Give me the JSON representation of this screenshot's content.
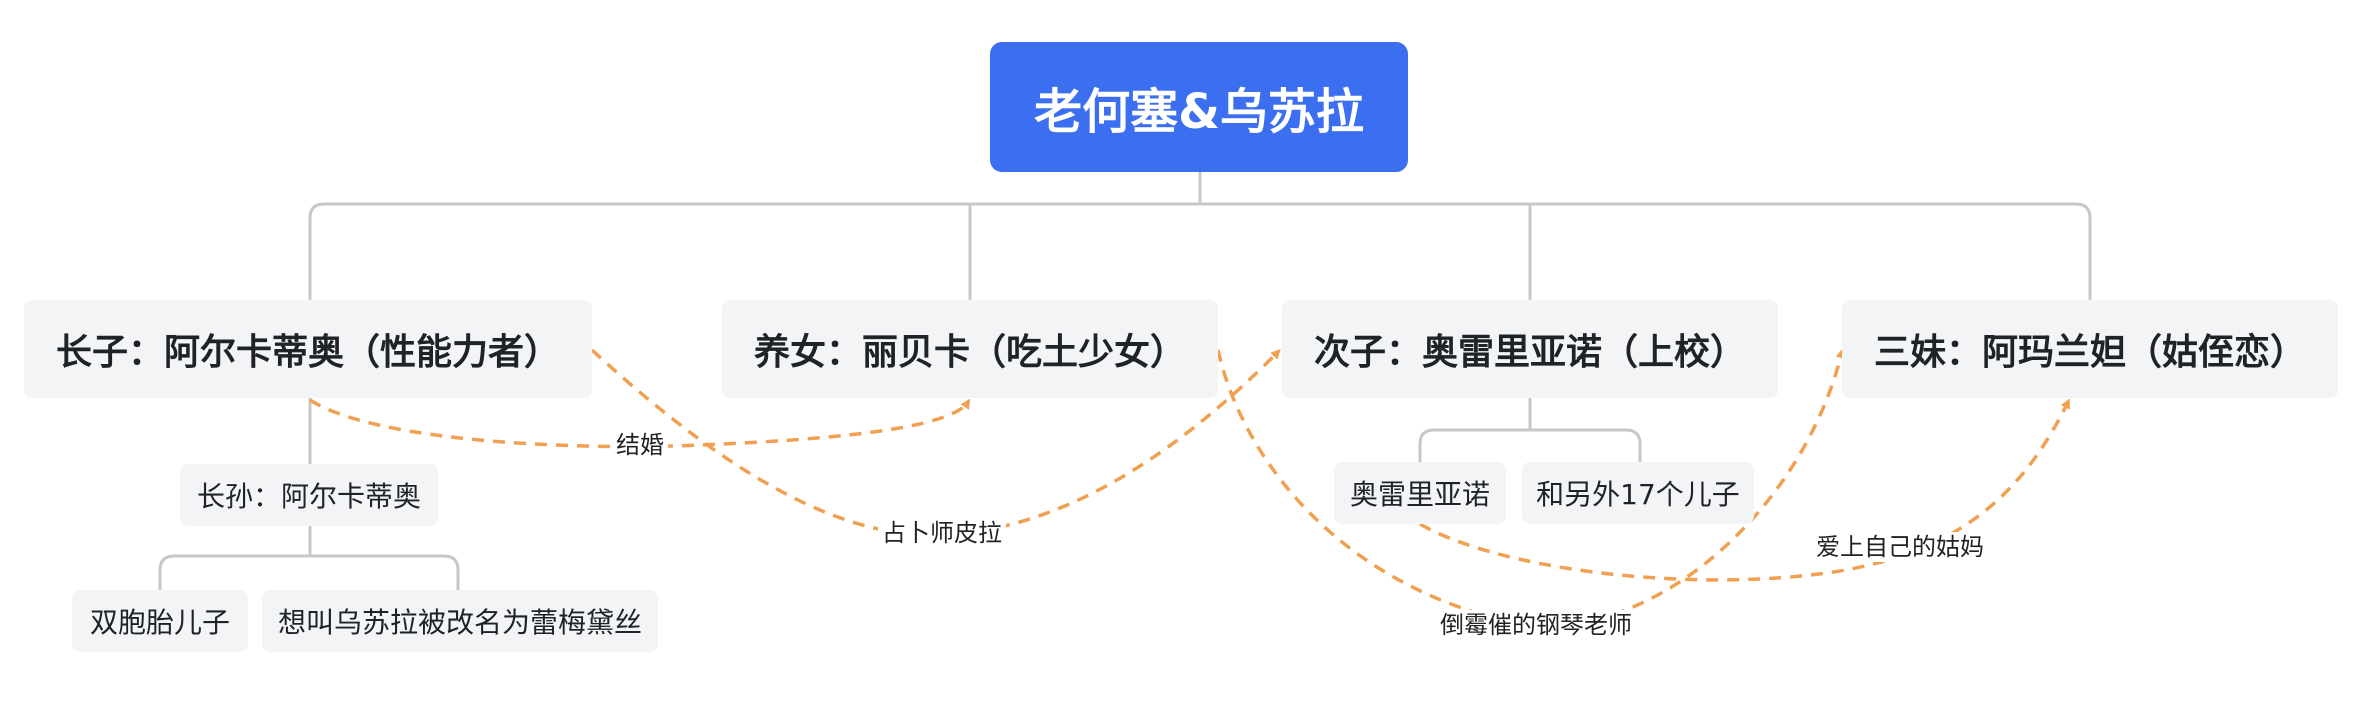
{
  "root": {
    "label": "老何塞&乌苏拉"
  },
  "children": [
    {
      "label": "长子：阿尔卡蒂奥（性能力者）"
    },
    {
      "label": "养女：丽贝卡（吃土少女）"
    },
    {
      "label": "次子：奥雷里亚诺（上校）"
    },
    {
      "label": "三妹：阿玛兰妲（姑侄恋）"
    }
  ],
  "grandchildren": {
    "eldest_grandson": "长孙：阿尔卡蒂奥",
    "twins": "双胞胎儿子",
    "renamed": "想叫乌苏拉被改名为蕾梅黛丝",
    "aureliano": "奥雷里亚诺",
    "seventeen_sons": "和另外17个儿子"
  },
  "relations": [
    {
      "label": "结婚",
      "from": "长子：阿尔卡蒂奥（性能力者）",
      "to": "养女：丽贝卡（吃土少女）"
    },
    {
      "label": "占卜师皮拉",
      "from": "长子：阿尔卡蒂奥（性能力者）",
      "to": "次子：奥雷里亚诺（上校）"
    },
    {
      "label": "倒霉催的钢琴老师",
      "from": "养女：丽贝卡（吃土少女）",
      "to": "三妹：阿玛兰妲（姑侄恋）"
    },
    {
      "label": "爱上自己的姑妈",
      "from": "奥雷里亚诺",
      "to": "三妹：阿玛兰妲（姑侄恋）"
    }
  ],
  "colors": {
    "root_bg": "#3b6ff0",
    "node_bg": "#f3f4f6",
    "tree_line": "#c8c8c8",
    "relation_line": "#f0a050"
  }
}
